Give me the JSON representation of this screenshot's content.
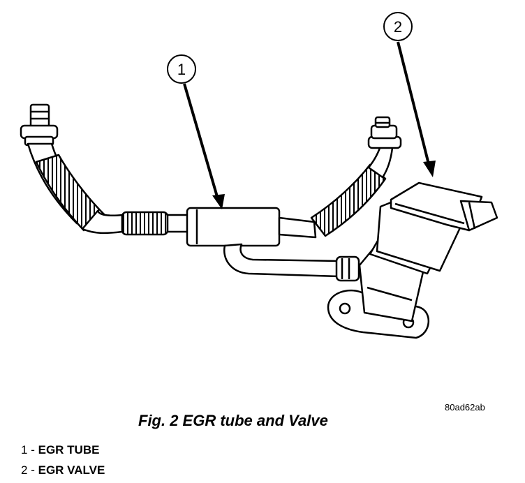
{
  "figure": {
    "callouts": [
      {
        "number": "1",
        "target": "egr-tube"
      },
      {
        "number": "2",
        "target": "egr-valve"
      }
    ],
    "image_code": "80ad62ab",
    "caption": "Fig. 2 EGR tube and Valve",
    "legend": [
      {
        "number": "1",
        "separator": "-",
        "label": "EGR TUBE"
      },
      {
        "number": "2",
        "separator": "-",
        "label": "EGR VALVE"
      }
    ]
  }
}
